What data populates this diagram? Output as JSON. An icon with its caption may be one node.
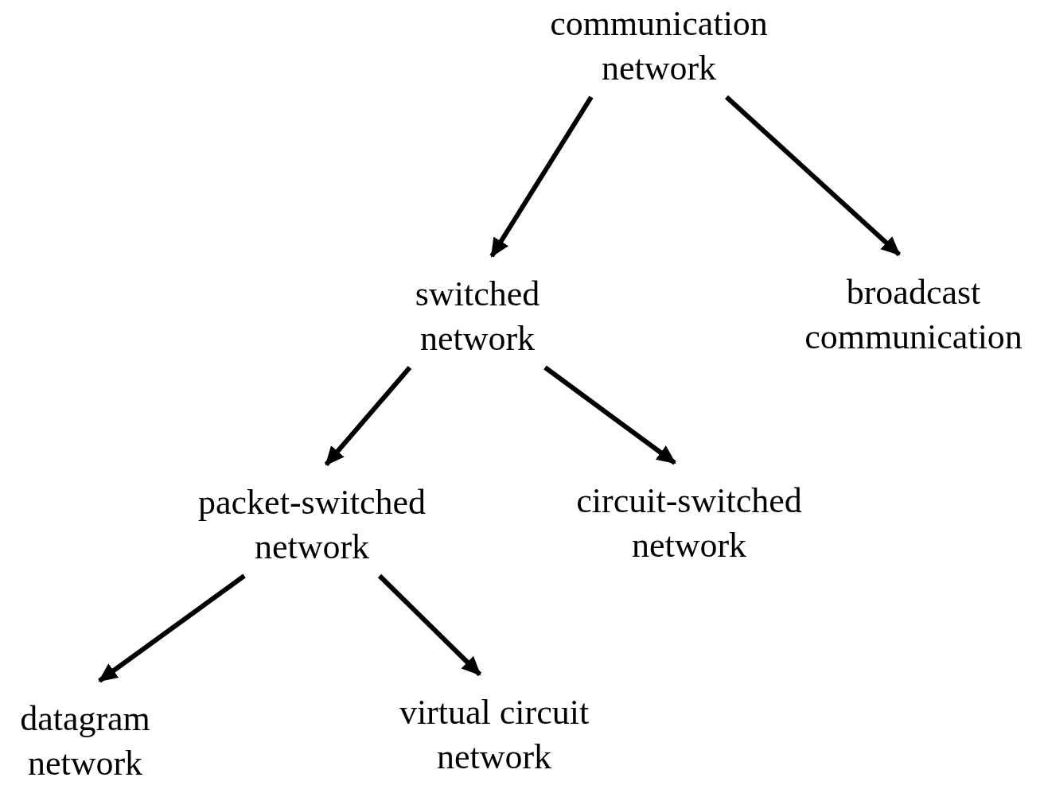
{
  "diagram": {
    "nodes": [
      {
        "text": [
          "communication network"
        ]
      },
      {
        "text": [
          "switched network"
        ]
      },
      {
        "text": [
          "broadcast communication"
        ]
      },
      {
        "text": [
          "packet-switched network"
        ]
      },
      {
        "text": [
          "circuit-switched network"
        ]
      },
      {
        "text": [
          "datagram network"
        ]
      },
      {
        "text": [
          "virtual circuit network"
        ]
      }
    ],
    "edges": [
      {
        "from": 0,
        "to": 1,
        "arrow": "to"
      },
      {
        "from": 0,
        "to": 2,
        "arrow": "to"
      },
      {
        "from": 1,
        "to": 3,
        "arrow": "to"
      },
      {
        "from": 1,
        "to": 4,
        "arrow": "to"
      },
      {
        "from": 3,
        "to": 5,
        "arrow": "to"
      },
      {
        "from": 3,
        "to": 6,
        "arrow": "to"
      }
    ]
  }
}
